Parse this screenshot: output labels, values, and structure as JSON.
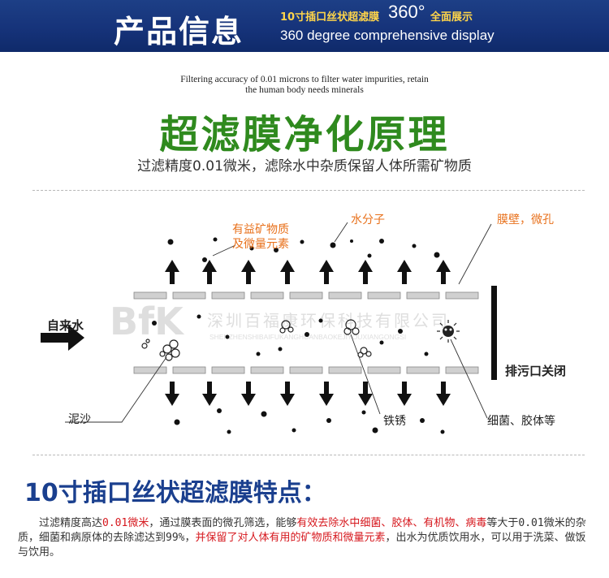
{
  "header": {
    "title": "产品信息",
    "subtitle_cn": "10寸插口丝状超滤膜",
    "subtitle_degree": "360°",
    "subtitle_cn2": "全面展示",
    "subtitle_en": "360 degree comprehensive display"
  },
  "intro": {
    "english_line1": "Filtering accuracy of 0.01 microns to filter water impurities, retain",
    "english_line2": "the human body needs minerals",
    "title": "超滤膜净化原理",
    "subtitle": "过滤精度0.01微米，滤除水中杂质保留人体所需矿物质"
  },
  "diagram": {
    "label_minerals_1": "有益矿物质",
    "label_minerals_2": "及微量元素",
    "label_water": "水分子",
    "label_membrane": "膜壁，微孔",
    "label_tapwater": "自来水",
    "label_drain": "排污口关闭",
    "label_sand": "泥沙",
    "label_rust": "铁锈",
    "label_bacteria": "细菌、胶体等",
    "watermark_logo": "BfK",
    "watermark_cn": "深圳百福康环保科技有限公司",
    "watermark_en": "SHENZHENSHIBAIFUKANGHUANBAOKEJIYOUXIANGONGSI",
    "colors": {
      "orange": "#e8711c",
      "arrow": "#111111",
      "membrane": "#d0d0d0"
    }
  },
  "features": {
    "title": "10寸插口丝状超滤膜特点：",
    "p1": "过滤精度高达",
    "p1_red": "0.01微米",
    "p2": "，通过膜表面的微孔筛选，能够",
    "p2_red": "有效去除水中细菌、胶体、有机物、病毒",
    "p3": "等大于",
    "p3_mono": "0.01",
    "p4": "微米的杂质，细菌和病原体的去除滤达到",
    "p4_mono": "99%",
    "p5": "，",
    "p5_red": "并保留了对人体有用的矿物质和微量元素",
    "p6": "，出水为优质饮用水，可以用于洗菜、做饭与饮用。"
  }
}
